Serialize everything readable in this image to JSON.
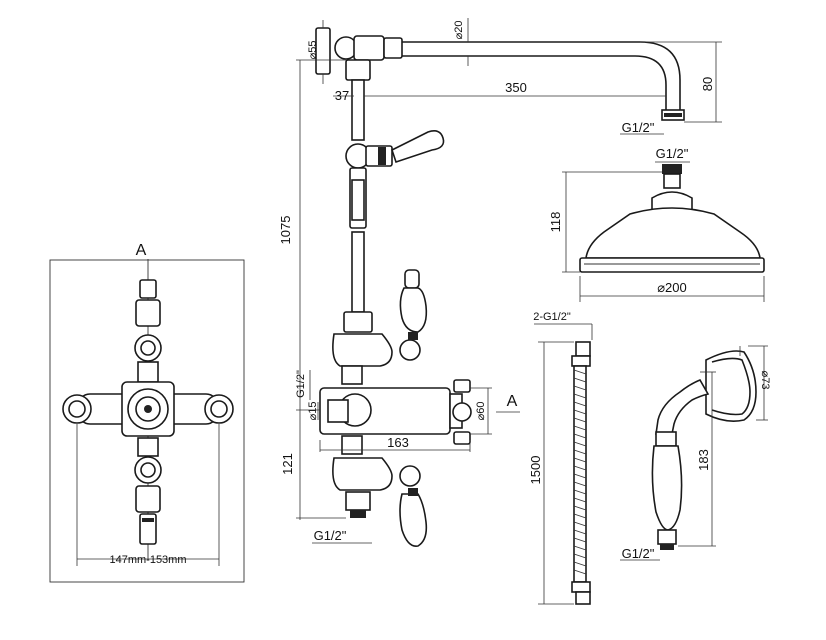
{
  "section_marker": "A",
  "front_view": {
    "handle_spacing": "147mm-153mm"
  },
  "shower_arm": {
    "height": "80",
    "reach": "350",
    "pipe_diameter": "⌀20",
    "elbow_offset": "37",
    "wall_flange": "⌀55",
    "outlet_thread": "G1/2\""
  },
  "riser": {
    "height": "1075"
  },
  "shower_head": {
    "inlet_thread": "G1/2\"",
    "height": "118",
    "diameter": "⌀200"
  },
  "valve": {
    "inlet_thread": "G1/2\"",
    "outlet_diameter": "⌀15",
    "body_diameter": "⌀60",
    "depth": "163",
    "lower_height": "121",
    "bottom_thread": "G1/2\"",
    "section_marker": "A"
  },
  "hose": {
    "thread": "2-G1/2\"",
    "length": "1500"
  },
  "hand_shower": {
    "diameter": "⌀73",
    "height": "183",
    "thread": "G1/2\""
  }
}
